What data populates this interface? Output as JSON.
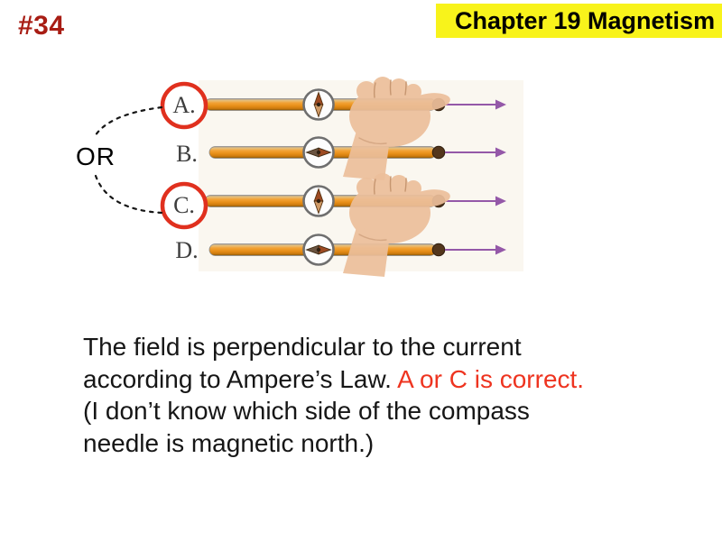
{
  "slide": {
    "problem_number": "#34",
    "banner": {
      "text": "Chapter 19 Magnetism"
    },
    "or_label": "OR",
    "diagram": {
      "options": [
        {
          "label": "A.",
          "circled": true,
          "compass_needle": "perpendicular-to-wire",
          "hand_grip": true
        },
        {
          "label": "B.",
          "circled": false,
          "compass_needle": "parallel-to-wire",
          "hand_grip": false
        },
        {
          "label": "C.",
          "circled": true,
          "compass_needle": "perpendicular-to-wire",
          "hand_grip": true
        },
        {
          "label": "D.",
          "circled": false,
          "compass_needle": "parallel-to-wire",
          "hand_grip": false
        }
      ],
      "current_direction": "right"
    },
    "explanation": {
      "line1": "The field is perpendicular to the current",
      "line2_black": "according to Ampere’s Law. ",
      "line2_red": "A or C is correct.",
      "line3": "(I don’t know which side of the compass",
      "line4": "needle is magnetic north.)"
    },
    "colors": {
      "problem_number": "#A81D14",
      "banner_bg": "#F8F31B",
      "banner_text": "#000000",
      "answer_red": "#EE3420",
      "highlight_circle": "#E0301E",
      "wire_orange": "#E8941F",
      "current_arrow": "#9458A8",
      "compass_needle_north": "#9D4A22",
      "skin": "#ECBF9B",
      "body_text": "#161616"
    }
  }
}
